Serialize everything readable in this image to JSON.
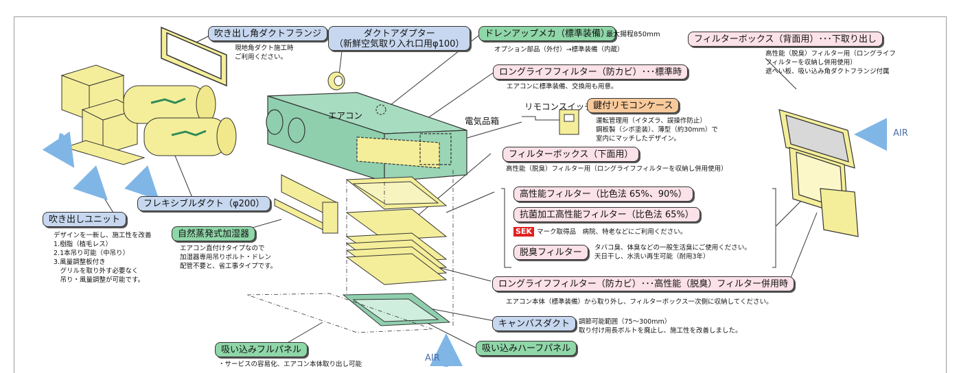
{
  "colors": {
    "blue_pill": "#c7d7ef",
    "green_pill": "#8fd6a8",
    "pink_pill": "#fbe1e8",
    "orange_pill": "#f8c99a",
    "unit_green": "#8fcfae",
    "filter_yellow": "#f4ee9a",
    "sek_red": "#e02020",
    "air_blue": "#7fb6e6"
  },
  "labels": {
    "flange": "吹き出し角ダクトフランジ",
    "flange_note": "現地角ダクト施工時\nご利用ください。",
    "adapter_l1": "ダクトアダプター",
    "adapter_l2": "（新鮮空気取り入れ口用φ100）",
    "drain": "ドレンアップメカ（標準装備）",
    "drain_lift": "最大揚程850mm",
    "drain_note": "オプション部品（外付）→標準装備（内蔵）",
    "longlife_std": "ロングライフフィルター（防カビ）･･･標準時",
    "longlife_std_note": "エアコンに標準装備、交換用も用意。",
    "aircon": "エアコン",
    "electric": "電気品箱",
    "remote_switch": "リモコンスイッチ",
    "remote_case": "鍵付リモコンケース",
    "remote_case_note": "運転管理用（イタズラ、誤操作防止）\n鋼板製（シボ塗装）、薄型（約30mm）で\n室内にマッチしたデザイン。",
    "filterbox_back": "フィルターボックス（背面用）･･･下取り出し",
    "filterbox_back_note": "高性能（脱臭）フィルター用（ロングライフ\nフィルターを収納し併用使用）\n遮へい板、吸い込み角ダクトフランジ付属",
    "air_right": "AIR",
    "filterbox_bottom": "フィルターボックス（下面用）",
    "filterbox_bottom_note": "高性能（脱臭）フィルター用（ロングライフフィルターを収納し併用使用）",
    "hp_filter": "高性能フィルター（比色法 65%、90%）",
    "ab_filter": "抗菌加工高性能フィルター（比色法 65%）",
    "sek": "SEK",
    "sek_note": "マーク取得品　病院、特老などにご利用ください。",
    "deodor": "脱臭フィルター",
    "deodor_note": "タバコ臭、体臭などの一般生活臭にご使用ください。\n天日干し、水洗い再生可能（耐用3年）",
    "longlife_combo": "ロングライフフィルター（防カビ）･･･高性能（脱臭）フィルター併用時",
    "longlife_combo_note": "エアコン本体（標準装備）から取り外し、フィルターボックス一次側に収納してください。",
    "canvas": "キャンバスダクト",
    "canvas_note": "調節可能範囲（75～300mm）\n取り付け用長ボルトを廃止し、施工性を改善しました。",
    "half_panel": "吸い込みハーフパネル",
    "full_panel": "吸い込みフルパネル",
    "full_panel_note": "・サービスの容易化、エアコン本体取り出し可能",
    "air_bottom": "AIR",
    "humidifier": "自然蒸発式加湿器",
    "humidifier_note": "エアコン直付けタイプなので\n加湿器専用吊りボルト・ドレン\n配管不要と、省工事タイプです。",
    "flex_duct": "フレキシブルダクト（φ200）",
    "outlet_unit": "吹き出しユニット",
    "outlet_note": "デザインを一新し、施工性を改善\n1.樹脂（植毛レス）\n2.1本吊り可能（中吊り）\n3.風量調整板付き\n　グリルを取り外す必要なく\n　吊り・風量調整が可能です。"
  }
}
